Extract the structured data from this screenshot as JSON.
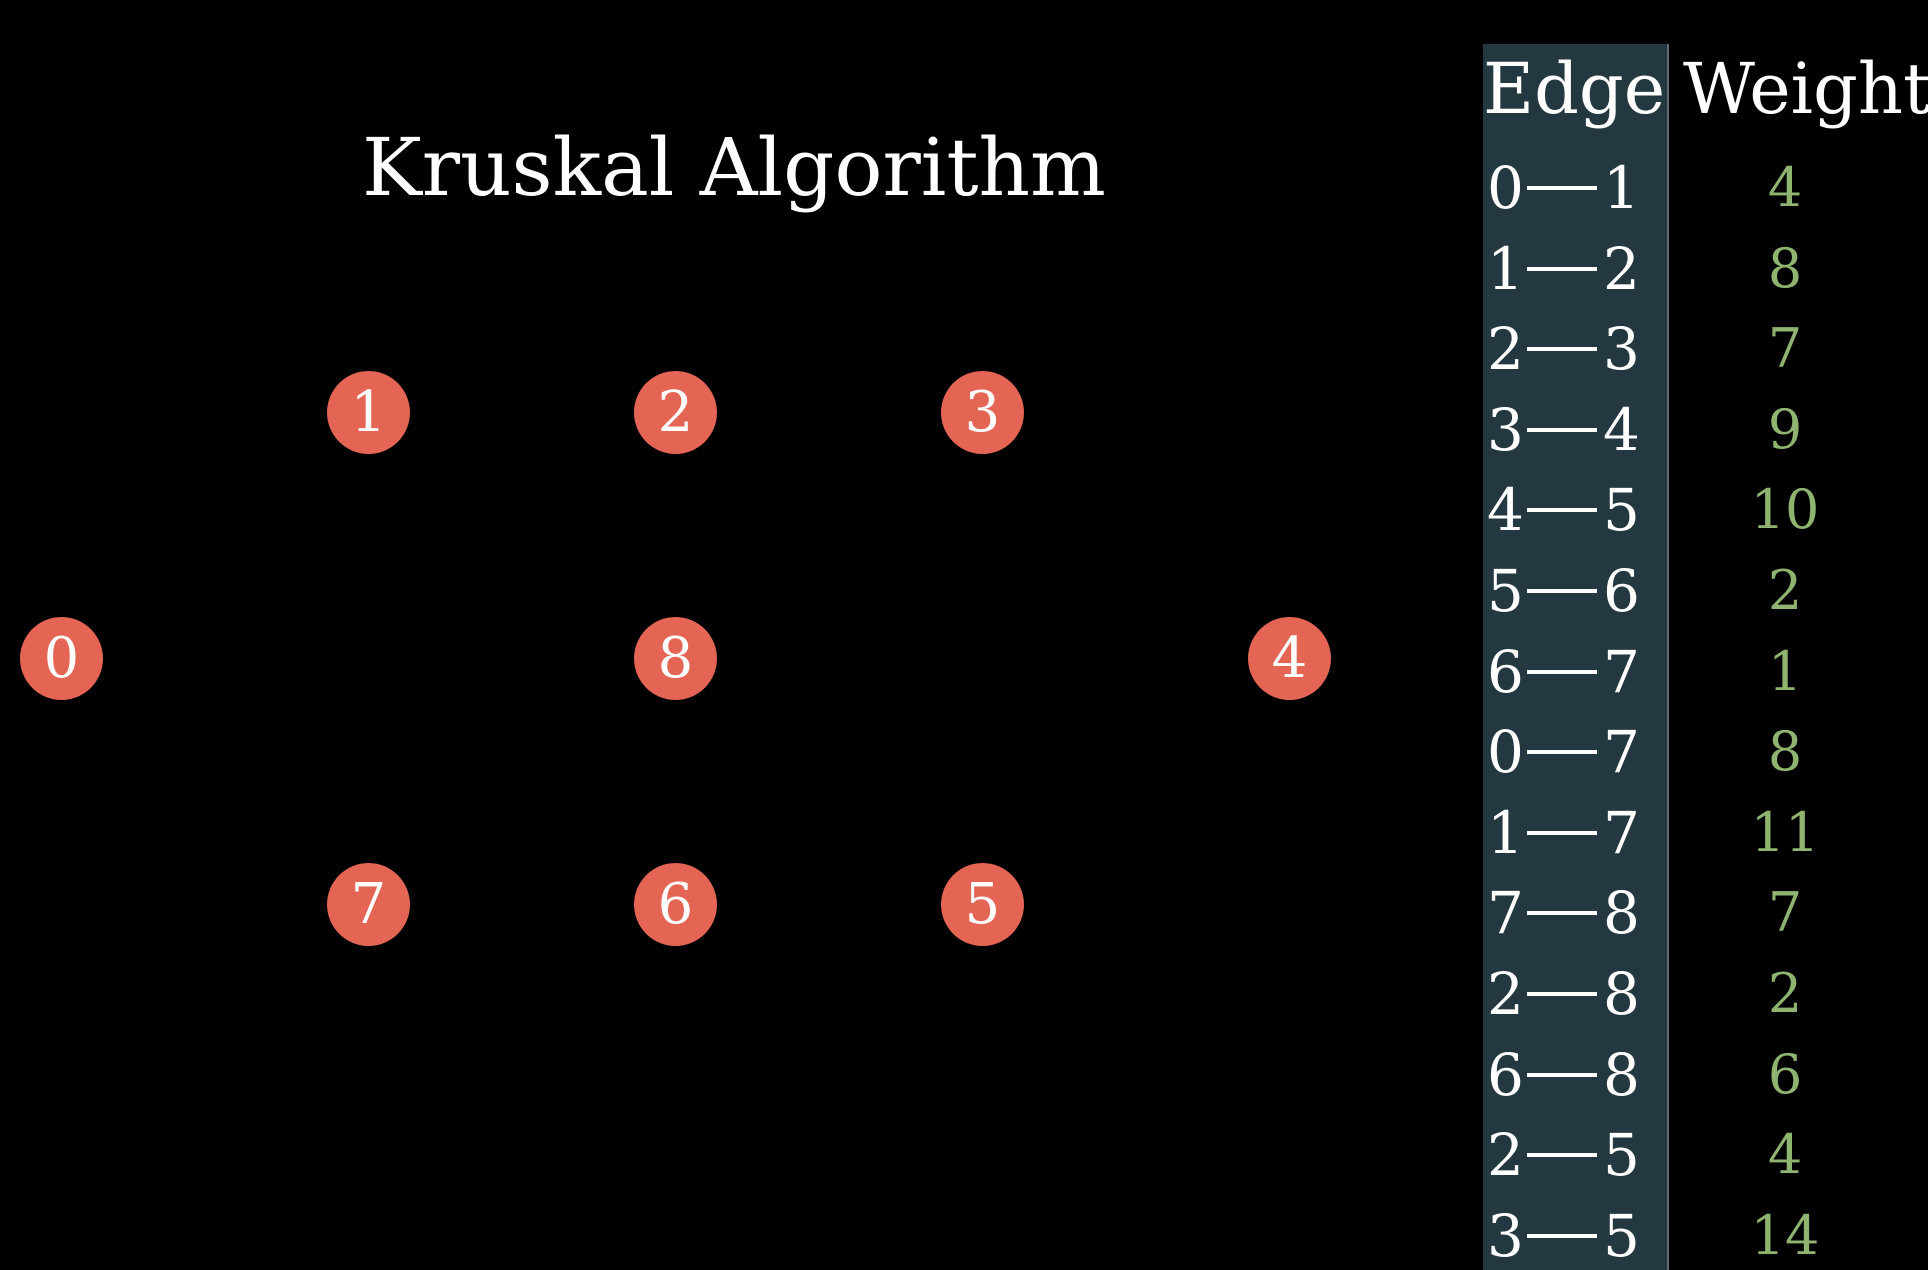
{
  "title": "Kruskal Algorithm",
  "colors": {
    "background": "#000000",
    "node_fill": "#E56555",
    "node_text": "#FFFFFF",
    "edge_column_bg": "#233840",
    "weight_text": "#8FB470"
  },
  "nodes": [
    "0",
    "1",
    "2",
    "3",
    "4",
    "5",
    "6",
    "7",
    "8"
  ],
  "table": {
    "headers": [
      "Edge",
      "Weighte"
    ],
    "rows": [
      {
        "from": "0",
        "to": "1",
        "weight": "4"
      },
      {
        "from": "1",
        "to": "2",
        "weight": "8"
      },
      {
        "from": "2",
        "to": "3",
        "weight": "7"
      },
      {
        "from": "3",
        "to": "4",
        "weight": "9"
      },
      {
        "from": "4",
        "to": "5",
        "weight": "10"
      },
      {
        "from": "5",
        "to": "6",
        "weight": "2"
      },
      {
        "from": "6",
        "to": "7",
        "weight": "1"
      },
      {
        "from": "0",
        "to": "7",
        "weight": "8"
      },
      {
        "from": "1",
        "to": "7",
        "weight": "11"
      },
      {
        "from": "7",
        "to": "8",
        "weight": "7"
      },
      {
        "from": "2",
        "to": "8",
        "weight": "2"
      },
      {
        "from": "6",
        "to": "8",
        "weight": "6"
      },
      {
        "from": "2",
        "to": "5",
        "weight": "4"
      },
      {
        "from": "3",
        "to": "5",
        "weight": "14"
      }
    ]
  }
}
